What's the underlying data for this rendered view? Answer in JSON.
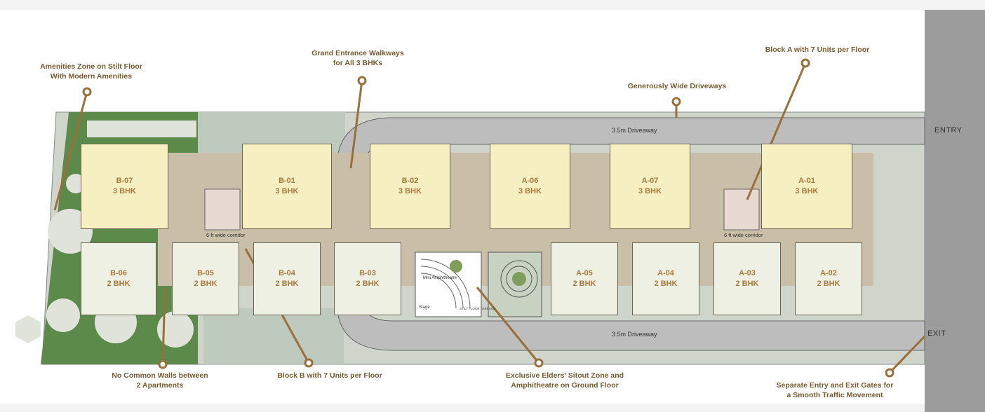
{
  "units_3bhk": [
    {
      "code": "B-07",
      "type": "3 BHK"
    },
    {
      "code": "B-01",
      "type": "3 BHK"
    },
    {
      "code": "B-02",
      "type": "3 BHK"
    },
    {
      "code": "A-06",
      "type": "3 BHK"
    },
    {
      "code": "A-07",
      "type": "3 BHK"
    },
    {
      "code": "A-01",
      "type": "3 BHK"
    }
  ],
  "units_2bhk": [
    {
      "code": "B-06",
      "type": "2 BHK"
    },
    {
      "code": "B-05",
      "type": "2 BHK"
    },
    {
      "code": "B-04",
      "type": "2 BHK"
    },
    {
      "code": "B-03",
      "type": "2 BHK"
    },
    {
      "code": "A-05",
      "type": "2 BHK"
    },
    {
      "code": "A-04",
      "type": "2 BHK"
    },
    {
      "code": "A-03",
      "type": "2 BHK"
    },
    {
      "code": "A-02",
      "type": "2 BHK"
    }
  ],
  "plan_labels": {
    "driveway_top": "3.5m Driveaway",
    "driveway_bottom": "3.5m Driveaway",
    "corridor_left": "6 ft wide corridor",
    "corridor_right": "6 ft wide corridor",
    "amphitheatre": "Mini Amphitheatre",
    "stage": "Stage",
    "terrace": "STILT FLOOR TERRACE"
  },
  "gates": {
    "entry": "ENTRY",
    "exit": "EXIT"
  },
  "callouts": {
    "amenities": [
      "Amenities Zone on Stilt Floor",
      "With Modern Amenities"
    ],
    "entrance": [
      "Grand Entrance Walkways",
      "for All 3 BHKs"
    ],
    "driveways": [
      "Generously Wide Driveways"
    ],
    "block_a": [
      "Block A with 7 Units per Floor"
    ],
    "walls": [
      "No Common Walls between",
      "2 Apartments"
    ],
    "block_b": [
      "Block B with 7 Units per Floor"
    ],
    "elders": [
      "Exclusive Elders' Sitout Zone and",
      "Amphitheatre on Ground Floor"
    ],
    "gates": [
      "Separate Entry and Exit Gates for",
      "a Smooth Traffic Movement"
    ]
  },
  "colors": {
    "accent": "#9b6f3a",
    "unit_3bhk": "#f6efc2",
    "unit_2bhk": "#eef0e4",
    "road": "#bdbdbd",
    "site": "#cfd5cb",
    "garden": "#5c8a4a",
    "corridor": "#c9bfa8"
  }
}
